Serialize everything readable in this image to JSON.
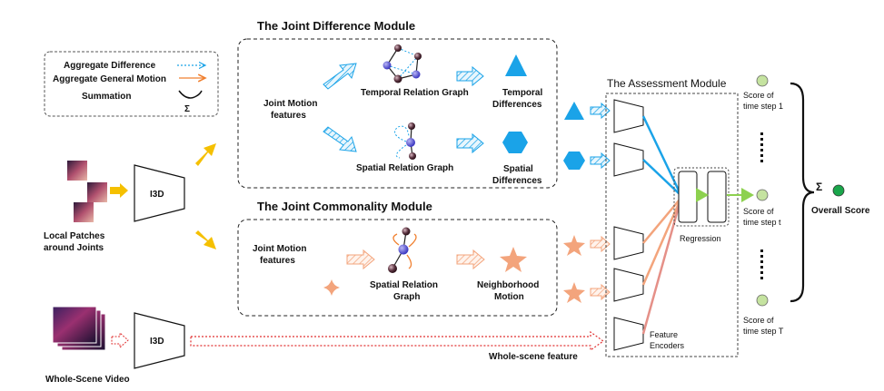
{
  "legend": {
    "aggregate_difference": "Aggregate Difference",
    "aggregate_general_motion": "Aggregate General Motion",
    "summation": "Summation",
    "sigma": "Σ"
  },
  "inputs": {
    "i3d_top": "I3D",
    "i3d_bottom": "I3D",
    "local_patches_line1": "Local Patches",
    "local_patches_line2": "around Joints",
    "whole_scene_video": "Whole-Scene Video",
    "whole_scene_feature": "Whole-scene feature"
  },
  "difference_module": {
    "title": "The Joint Difference Module",
    "joint_motion_line1": "Joint Motion",
    "joint_motion_line2": "features",
    "temporal_graph": "Temporal Relation Graph",
    "spatial_graph": "Spatial Relation Graph",
    "temporal_diff_line1": "Temporal",
    "temporal_diff_line2": "Differences",
    "spatial_diff_line1": "Spatial",
    "spatial_diff_line2": "Differences"
  },
  "commonality_module": {
    "title": "The Joint Commonality Module",
    "joint_motion_line1": "Joint Motion",
    "joint_motion_line2": "features",
    "spatial_graph_line1": "Spatial Relation",
    "spatial_graph_line2": "Graph",
    "neighborhood_line1": "Neighborhood",
    "neighborhood_line2": "Motion"
  },
  "assessment_module": {
    "title": "The Assessment Module",
    "regression": "Regression",
    "feature_encoders_line1": "Feature",
    "feature_encoders_line2": "Encoders"
  },
  "scores": {
    "step1_line1": "Score of",
    "step1_line2": "time step 1",
    "stept_line1": "Score of",
    "stept_line2": "time step t",
    "stepT_line1": "Score of",
    "stepT_line2": "time step T",
    "sigma": "Σ",
    "overall": "Overall Score"
  },
  "colors": {
    "blue": "#1aa3e8",
    "orange": "#f3a47c",
    "yellow": "#f5c000",
    "green": "#8dd14f",
    "score_node": "#c5e3a0",
    "overall_node": "#1aa64b",
    "red_dotted": "#e03030"
  }
}
